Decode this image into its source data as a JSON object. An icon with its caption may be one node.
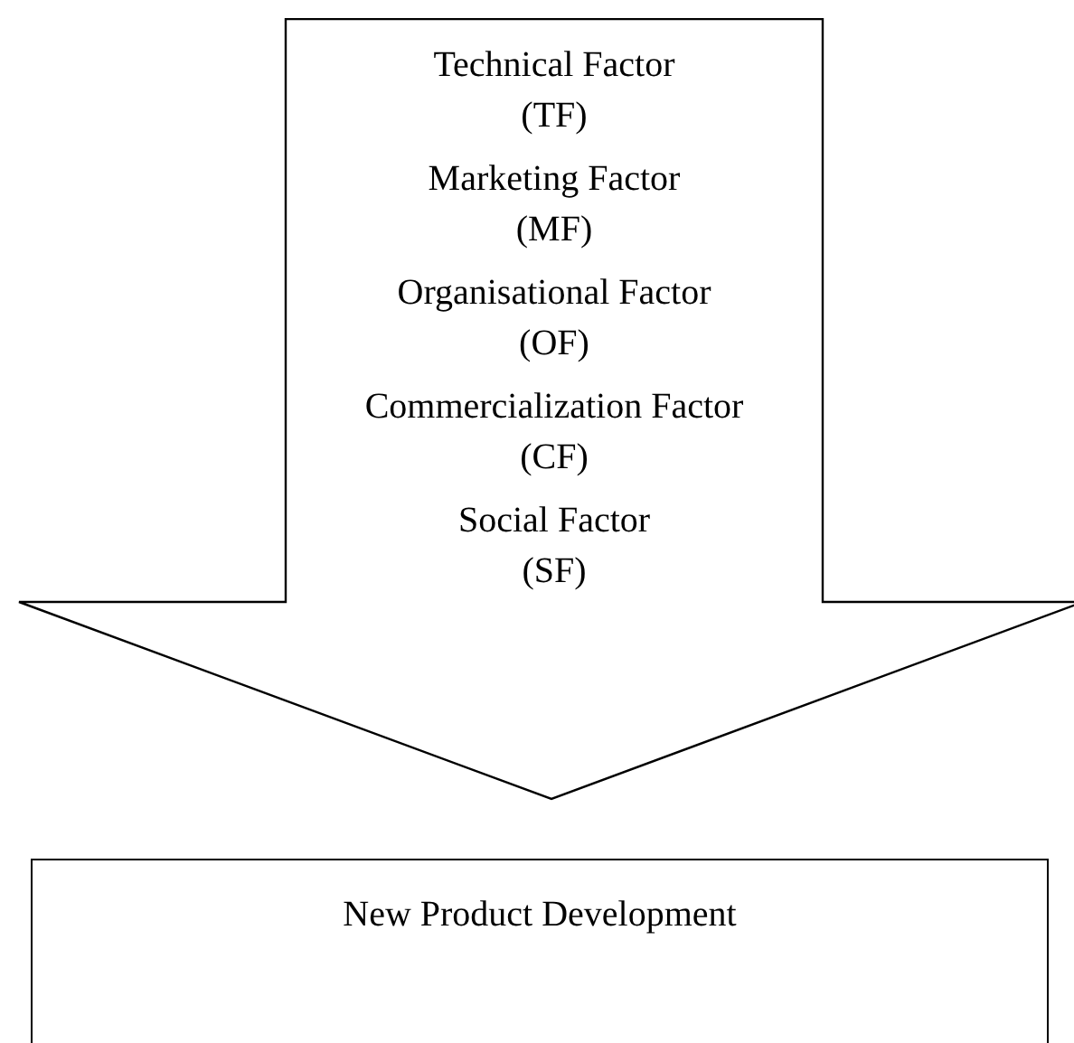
{
  "diagram": {
    "nodes": [
      {
        "text": [
          "Technical Factor (TF)",
          "Marketing Factor (MF)",
          "Organisational Factor (OF)",
          "Commercialization Factor (CF)",
          "Social Factor (SF)"
        ]
      },
      {
        "text": [
          "New Product Development"
        ]
      }
    ]
  }
}
